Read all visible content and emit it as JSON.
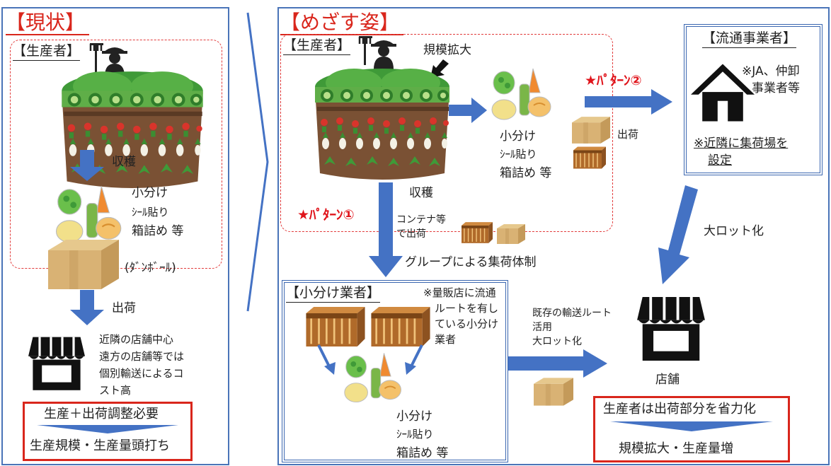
{
  "current": {
    "title": "【現状】",
    "producer": "【生産者】",
    "harvest": "収穫",
    "packing": [
      "小分け",
      "ｼｰﾙ貼り",
      "箱詰め 等"
    ],
    "cardboard": "(ﾀﾞﾝﾎﾞｰﾙ)",
    "shipping": "出荷",
    "store_note": [
      "近隣の店舗中心",
      "遠方の店舗等では",
      "個別輸送によるコ",
      "スト高"
    ],
    "summary_top": "生産＋出荷調整必要",
    "summary_bottom": "生産規模・生産量頭打ち"
  },
  "target": {
    "title": "【めざす姿】",
    "producer": "【生産者】",
    "scale_up": "規模拡大",
    "packing": [
      "小分け",
      "ｼｰﾙ貼り",
      "箱詰め 等"
    ],
    "harvest": "収穫",
    "pattern1": "★ﾊﾟﾀｰﾝ①",
    "pattern2": "★ﾊﾟﾀｰﾝ②",
    "container_ship": [
      "コンテナ等",
      "で出荷"
    ],
    "group_system": "グループによる集荷体制",
    "ship": "出荷",
    "distributor": {
      "title": "【流通事業者】",
      "note": [
        "※JA、仲卸",
        "事業者等"
      ],
      "hub": [
        "※近隣に集荷場を",
        "設定"
      ]
    },
    "large_lot": "大ロット化",
    "subdivider": {
      "title": "【小分け業者】",
      "note": [
        "※量販店に流通",
        "ルートを有し",
        "ている小分け",
        "業者"
      ],
      "packing": [
        "小分け",
        "ｼｰﾙ貼り",
        "箱詰め 等"
      ]
    },
    "transport": [
      "既存の輸送ルート",
      "活用",
      "大ロット化"
    ],
    "store": "店舗",
    "summary_top": "生産者は出荷部分を省力化",
    "summary_bottom": "規模拡大・生産量増"
  },
  "colors": {
    "arrow": "#4472c4",
    "red": "#d9261c",
    "panel": "#4a74b8"
  }
}
